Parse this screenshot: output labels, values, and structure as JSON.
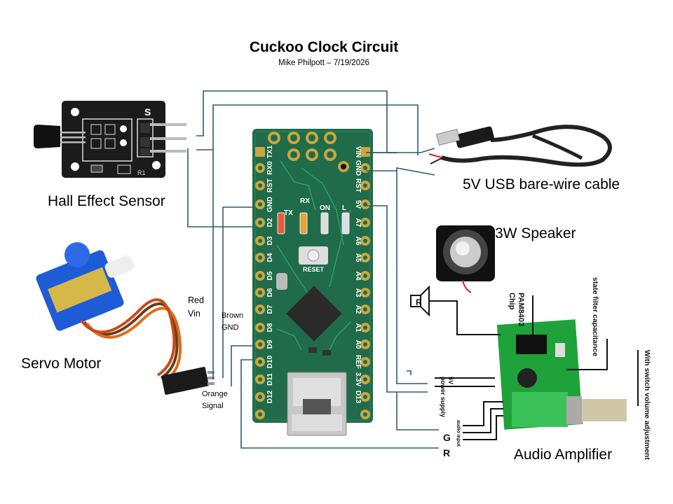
{
  "title": "Cuckoo Clock Circuit",
  "subtitle": "Mike Philpott – 7/19/2026",
  "components": {
    "hall_sensor": "Hall Effect Sensor",
    "servo": "Servo Motor",
    "usb_cable": "5V USB bare-wire cable",
    "speaker": "3W Speaker",
    "amplifier": "Audio Amplifier"
  },
  "wire_labels": {
    "red_line1": "Red",
    "red_line2": "Vin",
    "brown_line1": "Brown",
    "brown_line2": "GND",
    "orange_line1": "Orange",
    "orange_line2": "Signal"
  },
  "board": {
    "left_pins": [
      "TX1",
      "RX0",
      "RST",
      "GND",
      "D2",
      "D3",
      "D4",
      "D5",
      "D6",
      "D7",
      "D8",
      "D9",
      "D10",
      "D11",
      "D12"
    ],
    "right_pins": [
      "VIN",
      "GND",
      "RST",
      "5V",
      "A7",
      "A6",
      "A5",
      "A4",
      "A3",
      "A2",
      "A1",
      "A0",
      "REF",
      "3.3V",
      "D13"
    ],
    "leds": [
      "TX",
      "RX",
      "ON",
      "L"
    ],
    "reset_label": "RESET"
  },
  "hall_pin_label": "S",
  "amp_module": {
    "chip_label": "PAM8403\nChip",
    "filter_label": "state filter capacitance",
    "volume_label": "With switch volume adjustment",
    "power_label": "5V\npower supply",
    "audio_input_label": "audio input",
    "g_label": "G",
    "r_label": "R",
    "speaker_r_label": "R"
  },
  "colors": {
    "wire": "#2b5c6e",
    "pcb_green": "#1f6b4a",
    "pcb_dark": "#16523a",
    "amp_green": "#1fa23a",
    "servo_blue": "#1e5bd6",
    "hall_pcb": "#1b1b1b"
  }
}
